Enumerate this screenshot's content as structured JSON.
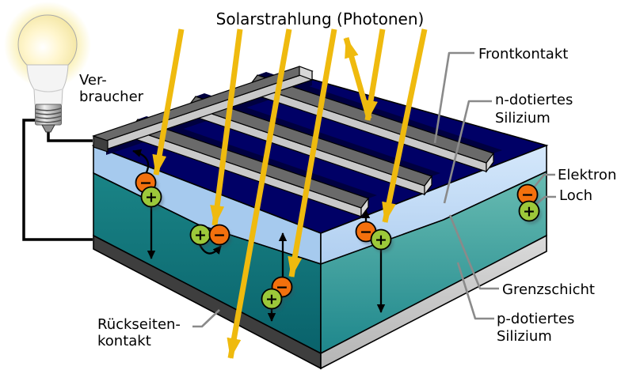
{
  "title": "Solarstrahlung (Photonen)",
  "consumer": {
    "line1": "Ver-",
    "line2": "braucher"
  },
  "cell": {
    "front_contact": "Frontkontakt",
    "n_silicon_line1": "n-dotiertes",
    "n_silicon_line2": "Silizium",
    "electron_label": "Elektron",
    "hole_label": "Loch",
    "junction_label": "Grenzschicht",
    "p_silicon_line1": "p-dotiertes",
    "p_silicon_line2": "Silizium",
    "back_contact_line1": "Rückseiten-",
    "back_contact_line2": "kontakt"
  },
  "particles": {
    "electron_sign": "−",
    "hole_sign": "+"
  },
  "colors": {
    "photon": "#EFBA0E",
    "electron": "#F3700D",
    "hole": "#9CC83A",
    "top_face": "#000066",
    "n_left": "#A6CAEE",
    "n_right_light": "#D5E8FB",
    "n_right_dark": "#AFCEF0",
    "p_left_light": "#1A8486",
    "p_left_dark": "#09626B",
    "p_right_light": "#69BCB2",
    "p_right_dark": "#1E878C",
    "back_left": "#3E3E3E",
    "back_right_light": "#DADADA",
    "back_right_dark": "#B4B4B4",
    "contact_top": "#6A6A6A",
    "contact_side": "#C9C9C9",
    "contact_cap": "#D8D8D8",
    "contact_shadow": "#000040",
    "leader": "#8A8A8A",
    "wire": "#000000"
  }
}
